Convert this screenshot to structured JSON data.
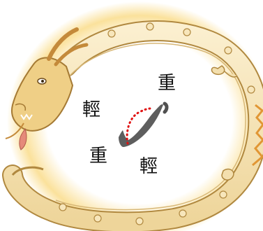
{
  "stroke_labels": {
    "top_right": "重",
    "left": "輕",
    "bottom_left": "重",
    "bottom_right": "輕"
  },
  "colors": {
    "dragon_body": "#f3dfae",
    "dragon_outline": "#b0883f",
    "glow": "#f7c94a",
    "brush_stroke": "#505050",
    "dotted_path": "#e01010"
  },
  "icons": {
    "dragon": "coiled-dragon-illustration",
    "brush": "brush-stroke-pie"
  }
}
